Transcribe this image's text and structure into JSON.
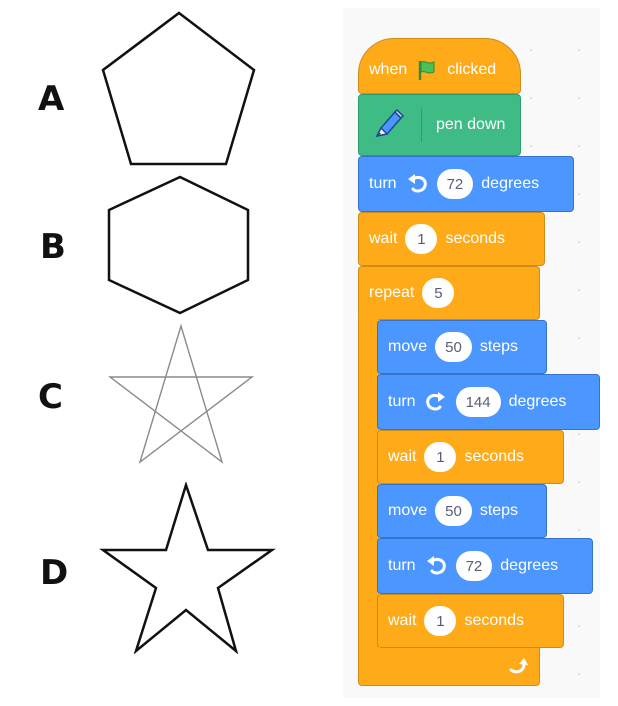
{
  "options": {
    "a": {
      "label": "A"
    },
    "b": {
      "label": "B"
    },
    "c": {
      "label": "C"
    },
    "d": {
      "label": "D"
    }
  },
  "script": {
    "hat": {
      "prefix": "when",
      "icon": "green-flag-icon",
      "suffix": "clicked"
    },
    "pen_down": {
      "icon": "pen-icon",
      "label": "pen down"
    },
    "turn1": {
      "label": "turn",
      "icon": "rotate-left-icon",
      "value": "72",
      "unit": "degrees"
    },
    "wait1": {
      "label": "wait",
      "value": "1",
      "unit": "seconds"
    },
    "repeat": {
      "label": "repeat",
      "value": "5",
      "icon": "loop-arrow-icon"
    },
    "move1": {
      "label": "move",
      "value": "50",
      "unit": "steps"
    },
    "turn2": {
      "label": "turn",
      "icon": "rotate-right-icon",
      "value": "144",
      "unit": "degrees"
    },
    "wait2": {
      "label": "wait",
      "value": "1",
      "unit": "seconds"
    },
    "move2": {
      "label": "move",
      "value": "50",
      "unit": "steps"
    },
    "turn3": {
      "label": "turn",
      "icon": "rotate-left-icon",
      "value": "72",
      "unit": "degrees"
    },
    "wait3": {
      "label": "wait",
      "value": "1",
      "unit": "seconds"
    }
  },
  "colors": {
    "events": "#ffab19",
    "control": "#ffab19",
    "motion": "#4c97ff",
    "pen": "#3fbb86",
    "flag": "#4cbf56"
  }
}
